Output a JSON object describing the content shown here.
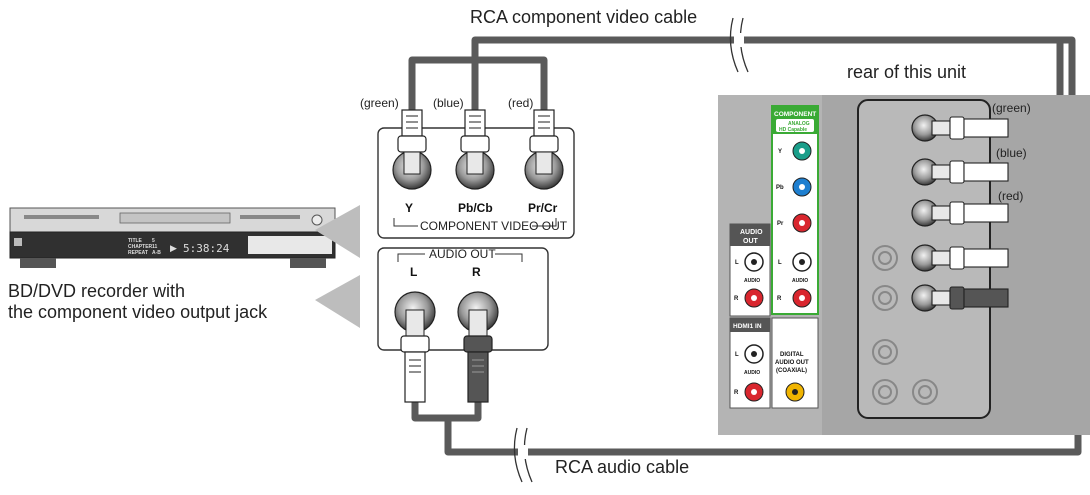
{
  "labels": {
    "video_cable": "RCA component video cable",
    "audio_cable": "RCA audio cable",
    "rear_unit": "rear of this unit",
    "recorder_line1": "BD/DVD recorder with",
    "recorder_line2": "the component video output jack",
    "component_video_out": "COMPONENT VIDEO OUT",
    "audio_out_header": "AUDIO OUT",
    "jack_y": "Y",
    "jack_pb": "Pb/Cb",
    "jack_pr": "Pr/Cr",
    "jack_l": "L",
    "jack_r": "R",
    "plug_green": "(green)",
    "plug_blue": "(blue)",
    "plug_red": "(red)",
    "tv_green": "(green)",
    "tv_blue": "(blue)",
    "tv_red": "(red)"
  },
  "tv_panel": {
    "component": "COMPONENT",
    "analog": "ANALOG",
    "hd_capable": "HD Capable",
    "y": "Y",
    "pb": "Pb",
    "pr": "Pr",
    "audio": "AUDIO",
    "out": "OUT",
    "l": "L",
    "r": "R",
    "hdmi1_in": "HDMI1 IN",
    "digital": "DIGITAL",
    "audio_out": "AUDIO OUT",
    "coaxial": "(COAXIAL)"
  },
  "player_display": {
    "title": "TITLE",
    "chapter": "CHAPTER",
    "repeat": "REPEAT",
    "title_num": "5",
    "chapter_num": "11",
    "repeat_mode": "A-B",
    "play_symbol": "▶",
    "time": "5:38:24"
  },
  "colors": {
    "green": "#1a9e8a",
    "blue": "#1e7fd0",
    "red": "#d9262e",
    "yellow": "#f0b400",
    "panel_green": "#3aaa35",
    "cable": "#5a5a5a",
    "gray_panel": "#b4b4b4"
  }
}
